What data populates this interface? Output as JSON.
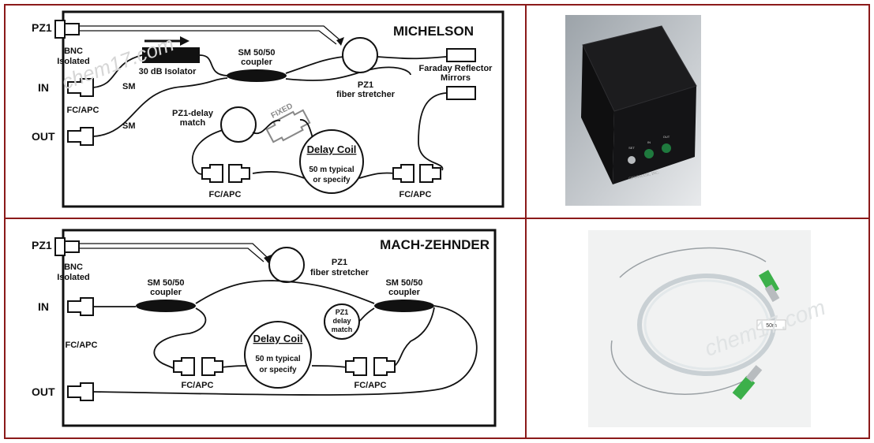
{
  "michelson": {
    "title": "MICHELSON",
    "pz1": "PZ1",
    "bnc": "BNC",
    "isolated": "Isolated",
    "isolator": "30 dB Isolator",
    "coupler_1": "SM 50/50",
    "coupler_2": "coupler",
    "in": "IN",
    "out": "OUT",
    "sm_top": "SM",
    "sm_bottom": "SM",
    "fcapc_side": "FC/APC",
    "stretcher_1": "PZ1",
    "stretcher_2": "fiber stretcher",
    "faraday_1": "Faraday Reflector",
    "faraday_2": "Mirrors",
    "delay_match_1": "PZ1-delay",
    "delay_match_2": "match",
    "fixed": "FIXED",
    "delay_coil": "Delay Coil",
    "coil_1": "50 m typical",
    "coil_2": "or specify",
    "fcapc_left": "FC/APC",
    "fcapc_right": "FC/APC"
  },
  "mach_zehnder": {
    "title": "MACH-ZEHNDER",
    "pz1": "PZ1",
    "bnc": "BNC",
    "isolated": "Isolated",
    "in": "IN",
    "out": "OUT",
    "fcapc_side": "FC/APC",
    "coupler_left_1": "SM 50/50",
    "coupler_left_2": "coupler",
    "coupler_right_1": "SM 50/50",
    "coupler_right_2": "coupler",
    "stretcher_1": "PZ1",
    "stretcher_2": "fiber stretcher",
    "delay_1": "PZ1",
    "delay_2": "delay",
    "delay_3": "match",
    "delay_coil": "Delay Coil",
    "coil_1": "50 m typical",
    "coil_2": "or specify",
    "fcapc_left": "FC/APC",
    "fcapc_right": "FC/APC"
  },
  "photo_box": {
    "label_1": "SET",
    "label_2": "IN",
    "label_3": "OUT",
    "brand": "OPTIPHASE, INC."
  },
  "photo_coil": {
    "tag": "50m"
  },
  "watermark": "chem17.com"
}
